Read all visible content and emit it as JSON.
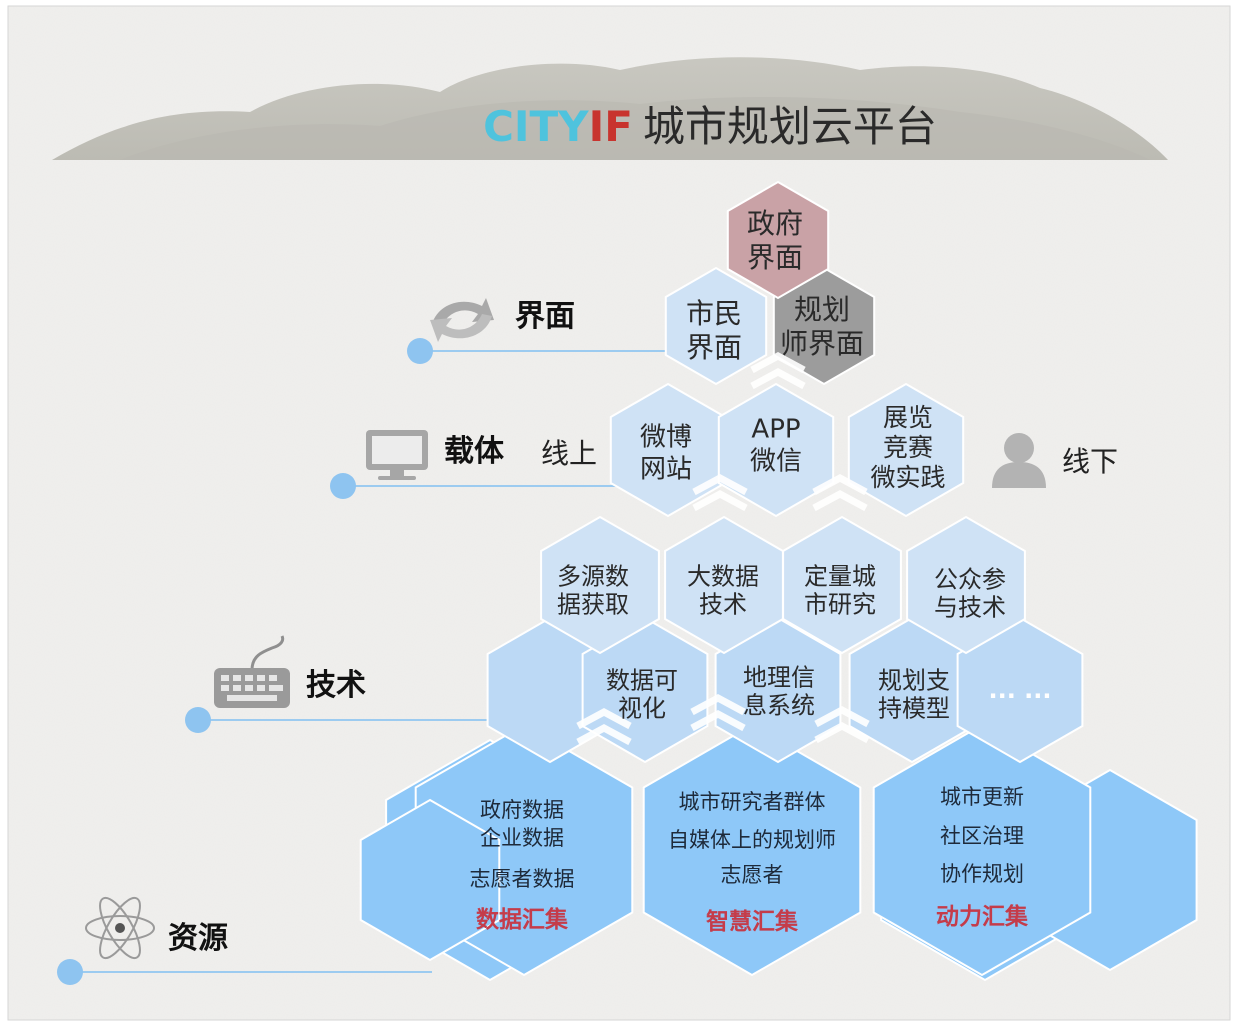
{
  "title": {
    "brand_a": "CITY",
    "brand_b": "IF",
    "main": "城市规划云平台"
  },
  "colors": {
    "brand_a": "#4fc3dd",
    "brand_b": "#c8342e",
    "hex_top": "#c9a2a6",
    "hex_dark": "#9c9c9c",
    "hex_pale": "#cfe2f5",
    "hex_mid": "#bcd9f5",
    "hex_base": "#8ec8f8",
    "accent_red": "#c43c4a",
    "line_blue": "#9ccbf0",
    "dot_blue": "#8ec4f0"
  },
  "layers": [
    {
      "label": "界面",
      "icon": "refresh-arrows-icon"
    },
    {
      "label": "载体",
      "icon": "monitor-icon",
      "online": "线上",
      "offline": "线下",
      "offline_icon": "person-icon"
    },
    {
      "label": "技术",
      "icon": "keyboard-icon"
    },
    {
      "label": "资源",
      "icon": "atom-icon"
    }
  ],
  "interface": {
    "government": [
      "政府",
      "界面"
    ],
    "citizen": [
      "市民",
      "界面"
    ],
    "planner": [
      "规划",
      "师界面"
    ]
  },
  "carrier": {
    "weibo": [
      "微博",
      "网站"
    ],
    "app": [
      "APP",
      "微信"
    ],
    "exhibit": [
      "展览",
      "竞赛",
      "微实践"
    ]
  },
  "technology": {
    "row1": [
      [
        "多源数",
        "据获取"
      ],
      [
        "大数据",
        "技术"
      ],
      [
        "定量城",
        "市研究"
      ],
      [
        "公众参",
        "与技术"
      ]
    ],
    "row2": [
      [
        "数据可",
        "视化"
      ],
      [
        "地理信",
        "息系统"
      ],
      [
        "规划支",
        "持模型"
      ]
    ],
    "more": "... ..."
  },
  "resources": [
    {
      "lines": [
        "政府数据",
        "企业数据",
        "志愿者数据"
      ],
      "caption": "数据汇集"
    },
    {
      "lines": [
        "城市研究者群体",
        "自媒体上的规划师",
        "志愿者"
      ],
      "caption": "智慧汇集"
    },
    {
      "lines": [
        "城市更新",
        "社区治理",
        "协作规划"
      ],
      "caption": "动力汇集"
    }
  ]
}
